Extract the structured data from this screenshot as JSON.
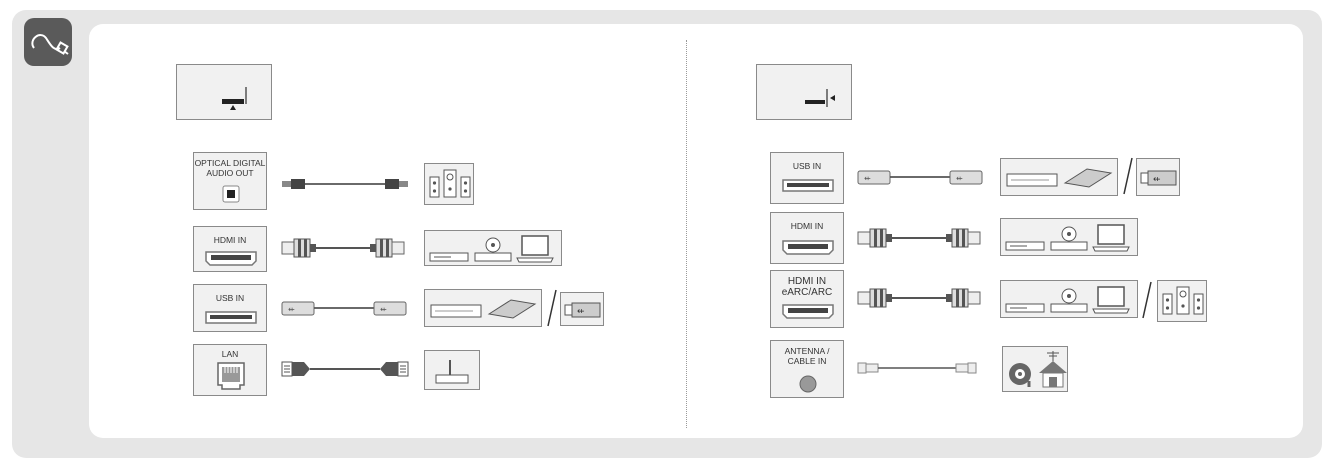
{
  "ports_left": [
    {
      "label": "OPTICAL DIGITAL\nAUDIO OUT"
    },
    {
      "label": "HDMI IN"
    },
    {
      "label": "USB IN"
    },
    {
      "label": "LAN"
    }
  ],
  "ports_right": [
    {
      "label": "USB IN"
    },
    {
      "label": "HDMI IN"
    },
    {
      "label": "HDMI IN\neARC/ARC"
    },
    {
      "label": "ANTENNA /\nCABLE IN"
    }
  ],
  "icons": {
    "badge": "cable-plug-icon",
    "tv_left": "tv-bottom-port-icon",
    "tv_right": "tv-side-port-icon",
    "optical_cable": "optical-cable-icon",
    "hdmi_cable": "hdmi-cable-icon",
    "usb_cable": "usb-cable-icon",
    "lan_cable": "lan-cable-icon",
    "antenna_cable": "coaxial-cable-icon",
    "speaker": "speaker-system-icon",
    "set_top": "set-top-box-icon",
    "disc_player": "disc-player-icon",
    "laptop": "laptop-icon",
    "hdd": "external-hdd-icon",
    "usb_stick": "usb-stick-icon",
    "router": "router-icon",
    "antenna": "antenna-house-icon"
  },
  "colors": {
    "panel_bg": "#e6e6e6",
    "line": "#555555",
    "badge": "#5a5a5a"
  }
}
